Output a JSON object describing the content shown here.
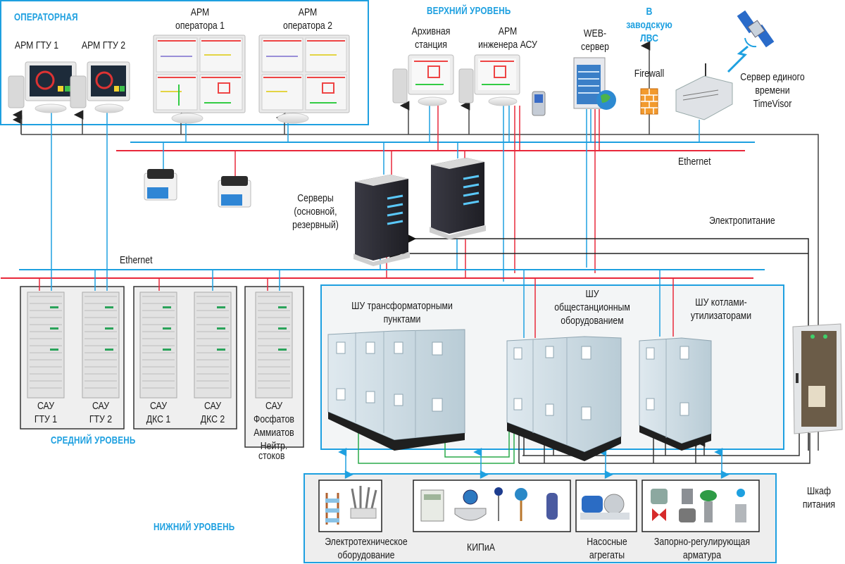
{
  "colors": {
    "ethernet_blue": "#1ea0e0",
    "ethernet_red": "#e8283a",
    "power_black": "#333333",
    "field_green": "#2aaa4a",
    "frame_blue": "#1ea0e0",
    "panel_bg": "#f0f0f0"
  },
  "levels": {
    "operator_room": "ОПЕРАТОРНАЯ",
    "upper": "ВЕРХНИЙ УРОВЕНЬ",
    "middle": "СРЕДНИЙ УРОВЕНЬ",
    "lower": "НИЖНИЙ УРОВЕНЬ"
  },
  "operator_room": {
    "workstations": [
      {
        "lines": [
          "АРМ ГТУ 1"
        ],
        "icon": "workstation-dark-scada-icon"
      },
      {
        "lines": [
          "АРМ ГТУ 2"
        ],
        "icon": "workstation-dark-scada-icon"
      },
      {
        "lines": [
          "АРМ",
          "оператора 1"
        ],
        "icon": "quad-monitor-icon"
      },
      {
        "lines": [
          "АРМ",
          "оператора 2"
        ],
        "icon": "quad-monitor-icon"
      }
    ]
  },
  "upper_level": {
    "archive": {
      "lines": [
        "Архивная",
        "станция"
      ],
      "icon": "workstation-icon"
    },
    "engineer": {
      "lines": [
        "АРМ",
        "инженера АСУ"
      ],
      "icon": "workstation-icon"
    },
    "web_server": {
      "lines": [
        "WEB-",
        "сервер"
      ],
      "icon": "web-server-icon"
    },
    "plant_lan": {
      "lines": [
        "В",
        "заводскую",
        "ЛВС"
      ]
    },
    "firewall": {
      "lines": [
        "Firewall"
      ],
      "icon": "firewall-icon"
    },
    "time_server": {
      "lines": [
        "Сервер единого",
        "времени",
        "TimeVisor"
      ],
      "icon": "time-server-icon"
    },
    "ethernet_label": "Ethernet",
    "servers": {
      "lines": [
        "Серверы",
        "(основной,",
        "резервный)"
      ],
      "icon": "server-tower-icon"
    },
    "power_label": "Электропитание"
  },
  "middle_level": {
    "ethernet_label": "Ethernet",
    "cabinet_groups": [
      {
        "items": [
          {
            "lines": [
              "САУ",
              "ГТУ 1"
            ]
          },
          {
            "lines": [
              "САУ",
              "ГТУ 2"
            ]
          }
        ]
      },
      {
        "items": [
          {
            "lines": [
              "САУ",
              "ДКС 1"
            ]
          },
          {
            "lines": [
              "САУ",
              "ДКС 2"
            ]
          }
        ]
      },
      {
        "items": [
          {
            "lines": [
              "САУ",
              "Фосфатов",
              "Аммиатов",
              "Нейтр."
            ]
          }
        ],
        "extra": "стоков"
      }
    ],
    "control_cabinets": [
      {
        "lines": [
          "ШУ трансформаторными",
          "пунктами"
        ]
      },
      {
        "lines": [
          "ШУ",
          "общестанционным",
          "оборудованием"
        ]
      },
      {
        "lines": [
          "ШУ котлами-",
          "утилизаторами"
        ]
      }
    ],
    "power_cabinet": {
      "lines": [
        "Шкаф",
        "питания"
      ]
    }
  },
  "lower_level": {
    "groups": [
      {
        "lines": [
          "Электротехническое",
          "оборудование"
        ],
        "icon": "electrical-equipment-icon"
      },
      {
        "lines": [
          "КИПиА"
        ],
        "icon": "instrumentation-icon"
      },
      {
        "lines": [
          "Насосные",
          "агрегаты"
        ],
        "icon": "pump-icon"
      },
      {
        "lines": [
          "Запорно-регулирующая",
          "арматура"
        ],
        "icon": "valve-icon"
      }
    ]
  }
}
